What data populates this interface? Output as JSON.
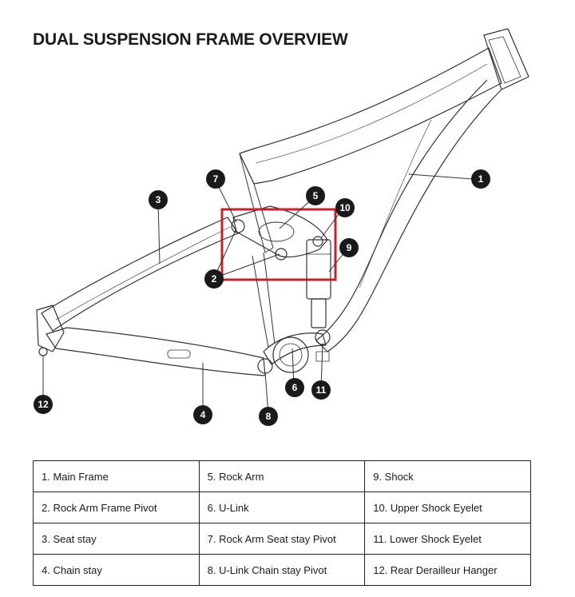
{
  "title": "DUAL SUSPENSION FRAME OVERVIEW",
  "callouts": [
    "1",
    "2",
    "3",
    "4",
    "5",
    "6",
    "7",
    "8",
    "9",
    "10",
    "11",
    "12"
  ],
  "legend": [
    [
      "1. Main Frame",
      "5. Rock Arm",
      "9. Shock"
    ],
    [
      "2. Rock Arm Frame Pivot",
      "6. U-Link",
      "10. Upper Shock Eyelet"
    ],
    [
      "3. Seat stay",
      "7. Rock Arm Seat stay Pivot",
      "11. Lower Shock Eyelet"
    ],
    [
      "4. Chain stay",
      "8. U-Link Chain stay Pivot",
      "12. Rear Derailleur Hanger"
    ]
  ],
  "colors": {
    "highlight": "#c8202a",
    "callout": "#1a1a1a",
    "line": "#333333"
  }
}
